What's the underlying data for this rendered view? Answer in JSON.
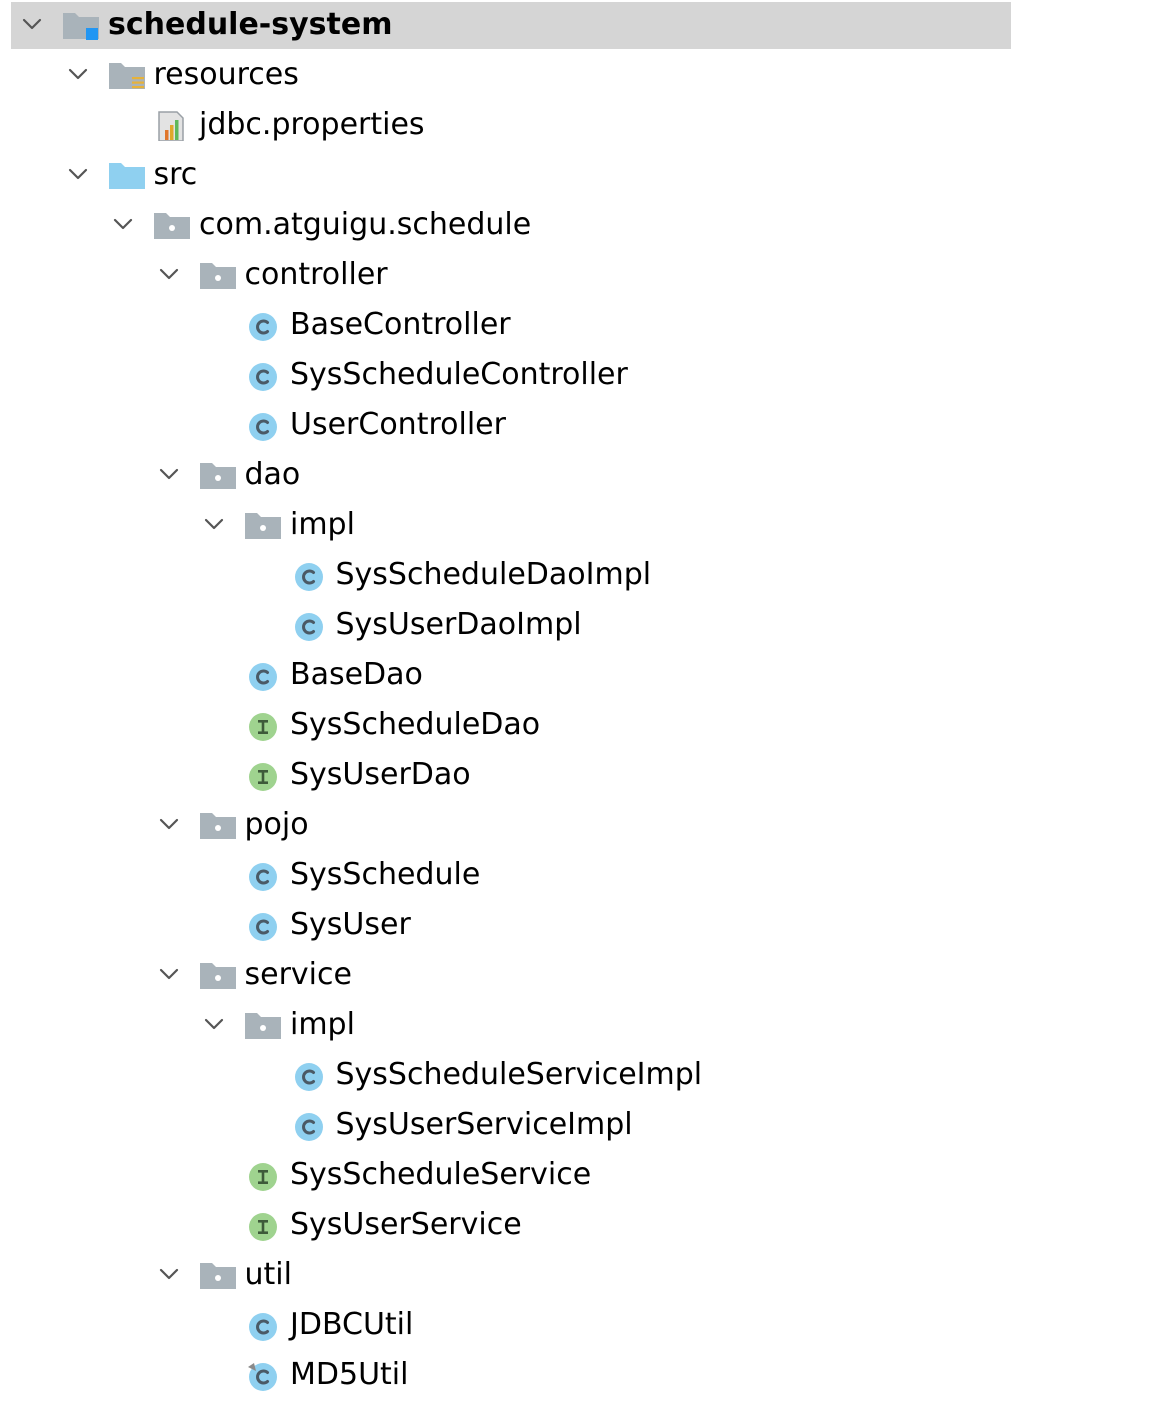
{
  "colors": {
    "selection": "#d5d5d5",
    "folder_gray": "#a9b3ba",
    "folder_source": "#8fd0f0",
    "class_icon": "#8fd0f0",
    "interface_icon": "#9fd38f",
    "chevron": "#555555",
    "text": "#000000"
  },
  "tree": [
    {
      "label": "schedule-system",
      "icon": "module-folder-icon",
      "depth": 0,
      "expandable": true,
      "selected": true
    },
    {
      "label": "resources",
      "icon": "resources-folder-icon",
      "depth": 1,
      "expandable": true
    },
    {
      "label": "jdbc.properties",
      "icon": "properties-file-icon",
      "depth": 2,
      "expandable": false
    },
    {
      "label": "src",
      "icon": "source-folder-icon",
      "depth": 1,
      "expandable": true
    },
    {
      "label": "com.atguigu.schedule",
      "icon": "package-icon",
      "depth": 2,
      "expandable": true
    },
    {
      "label": "controller",
      "icon": "package-icon",
      "depth": 3,
      "expandable": true
    },
    {
      "label": "BaseController",
      "icon": "class-icon",
      "depth": 4,
      "expandable": false
    },
    {
      "label": "SysScheduleController",
      "icon": "class-icon",
      "depth": 4,
      "expandable": false
    },
    {
      "label": "UserController",
      "icon": "class-icon",
      "depth": 4,
      "expandable": false
    },
    {
      "label": "dao",
      "icon": "package-icon",
      "depth": 3,
      "expandable": true
    },
    {
      "label": "impl",
      "icon": "package-icon",
      "depth": 4,
      "expandable": true
    },
    {
      "label": "SysScheduleDaoImpl",
      "icon": "class-icon",
      "depth": 5,
      "expandable": false
    },
    {
      "label": "SysUserDaoImpl",
      "icon": "class-icon",
      "depth": 5,
      "expandable": false
    },
    {
      "label": "BaseDao",
      "icon": "class-icon",
      "depth": 4,
      "expandable": false
    },
    {
      "label": "SysScheduleDao",
      "icon": "interface-icon",
      "depth": 4,
      "expandable": false
    },
    {
      "label": "SysUserDao",
      "icon": "interface-icon",
      "depth": 4,
      "expandable": false
    },
    {
      "label": "pojo",
      "icon": "package-icon",
      "depth": 3,
      "expandable": true
    },
    {
      "label": "SysSchedule",
      "icon": "class-icon",
      "depth": 4,
      "expandable": false
    },
    {
      "label": "SysUser",
      "icon": "class-icon",
      "depth": 4,
      "expandable": false
    },
    {
      "label": "service",
      "icon": "package-icon",
      "depth": 3,
      "expandable": true
    },
    {
      "label": "impl",
      "icon": "package-icon",
      "depth": 4,
      "expandable": true
    },
    {
      "label": "SysScheduleServiceImpl",
      "icon": "class-icon",
      "depth": 5,
      "expandable": false
    },
    {
      "label": "SysUserServiceImpl",
      "icon": "class-icon",
      "depth": 5,
      "expandable": false
    },
    {
      "label": "SysScheduleService",
      "icon": "interface-icon",
      "depth": 4,
      "expandable": false
    },
    {
      "label": "SysUserService",
      "icon": "interface-icon",
      "depth": 4,
      "expandable": false
    },
    {
      "label": "util",
      "icon": "package-icon",
      "depth": 3,
      "expandable": true
    },
    {
      "label": "JDBCUtil",
      "icon": "class-icon",
      "depth": 4,
      "expandable": false
    },
    {
      "label": "MD5Util",
      "icon": "modified-class-icon",
      "depth": 4,
      "expandable": false
    }
  ]
}
